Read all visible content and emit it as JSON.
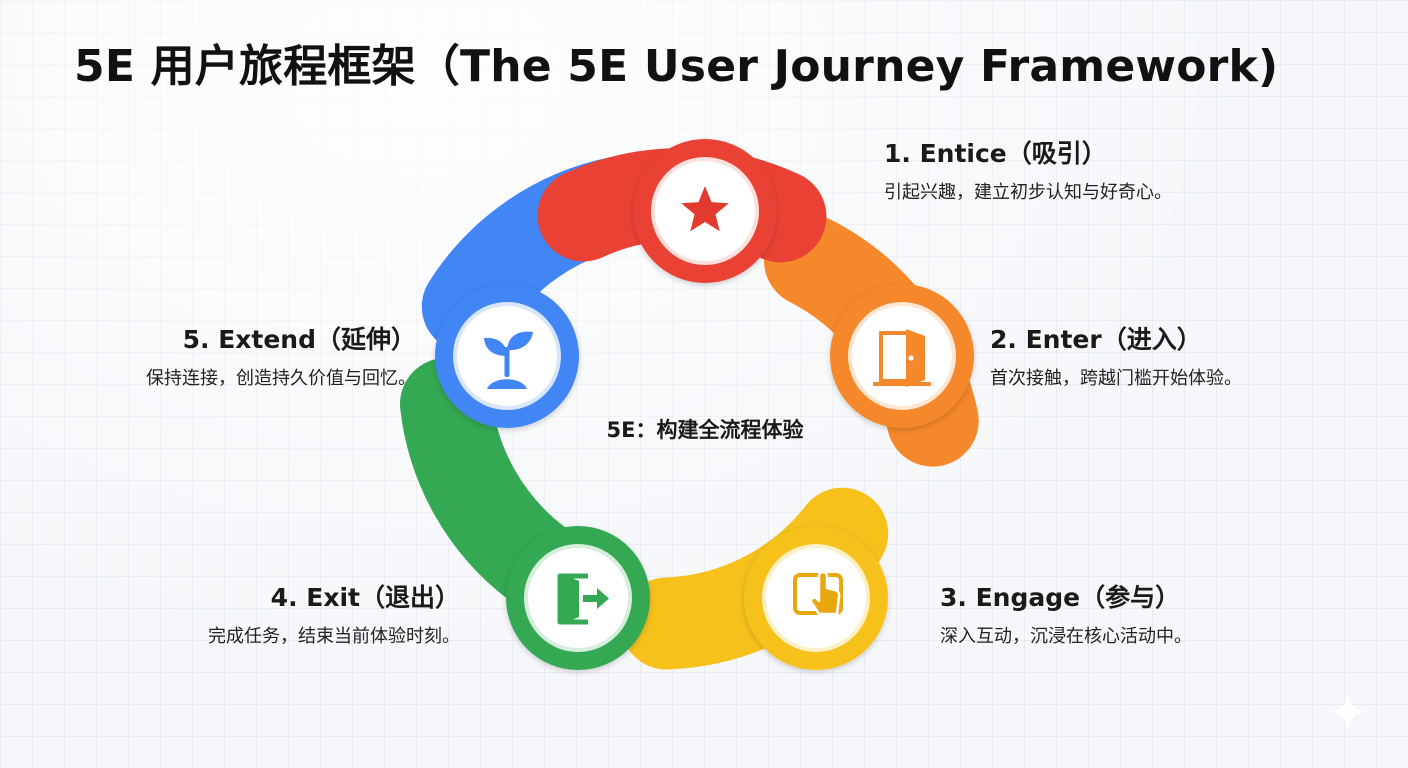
{
  "title": "5E 用户旅程框架（The 5E User Journey Framework)",
  "center_label": "5E：构建全流程体验",
  "colors": {
    "entice": "#e94235",
    "enter": "#f4882b",
    "engage": "#f7c11c",
    "exit": "#34a853",
    "extend": "#4285f4"
  },
  "stages": [
    {
      "key": "entice",
      "label": "1. Entice（吸引）",
      "description": "引起兴趣，建立初步认知与好奇心。",
      "icon": "star-icon"
    },
    {
      "key": "enter",
      "label": "2. Enter（进入）",
      "description": "首次接触，跨越门槛开始体验。",
      "icon": "door-icon"
    },
    {
      "key": "engage",
      "label": "3. Engage（参与）",
      "description": "深入互动，沉浸在核心活动中。",
      "icon": "touch-screen-icon"
    },
    {
      "key": "exit",
      "label": "4. Exit（退出）",
      "description": "完成任务，结束当前体验时刻。",
      "icon": "exit-door-icon"
    },
    {
      "key": "extend",
      "label": "5. Extend（延伸）",
      "description": "保持连接，创造持久价值与回忆。",
      "icon": "sprout-icon"
    }
  ]
}
